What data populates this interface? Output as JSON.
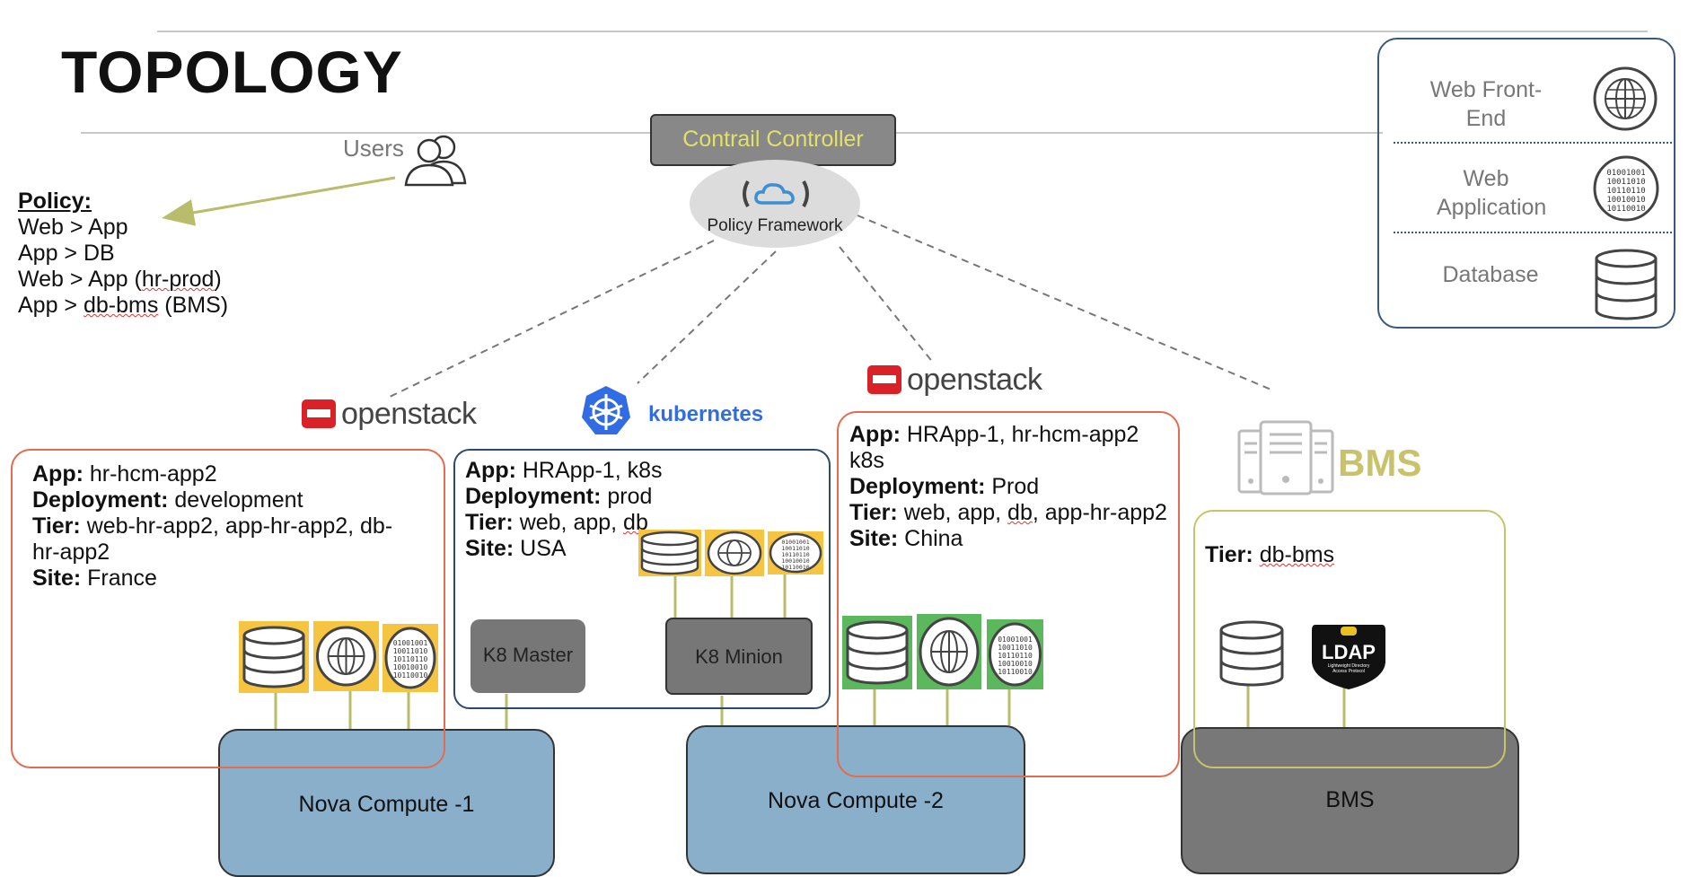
{
  "title": "TOPOLOGY",
  "users_label": "Users",
  "policy": {
    "heading": "Policy:",
    "rules": [
      "Web > App",
      "App > DB",
      "Web > App (",
      "hr-prod",
      ")",
      "App > ",
      "db-bms",
      " (BMS)"
    ]
  },
  "controller": {
    "label": "Contrail Controller",
    "framework": "Policy Framework"
  },
  "legend": {
    "items": [
      {
        "label": "Web Front-End",
        "icon": "globe-icon"
      },
      {
        "label": "Web Application",
        "icon": "binary-icon"
      },
      {
        "label": "Database",
        "icon": "database-icon"
      }
    ]
  },
  "logos": {
    "openstack": "openstack",
    "kubernetes": "kubernetes",
    "bms": "BMS"
  },
  "sites": {
    "france": {
      "app": "hr-hcm-app2",
      "deployment": "development",
      "tier": "web-hr-app2, app-hr-app2, db-hr-app2",
      "site": "France"
    },
    "usa": {
      "app": "HRApp-1, k8s",
      "deployment": "prod",
      "tier_prefix": "web, app, ",
      "tier_db": "db",
      "site": "USA"
    },
    "china": {
      "app": "HRApp-1, hr-hcm-app2 k8s",
      "deployment": "Prod",
      "tier_prefix": "web, app, ",
      "tier_db": "db",
      "tier_suffix": ", app-hr-app2",
      "site": "China"
    },
    "bms": {
      "tier": "db-bms"
    }
  },
  "labels": {
    "app": "App:",
    "deployment": "Deployment:",
    "tier": "Tier:",
    "site": "Site:"
  },
  "nodes": {
    "nova1": "Nova Compute -1",
    "nova2": "Nova Compute -2",
    "bms": "BMS",
    "k8_master": "K8 Master",
    "k8_minion": "K8 Minion"
  },
  "ldap": {
    "title": "LDAP",
    "subtitle": "Lightweight Directory Access Protocol"
  },
  "colors": {
    "openstack_red": "#da2127",
    "k8s_blue": "#326ce5",
    "nova_blue": "#8aafca",
    "bms_olive": "#c8c36a",
    "yellow_tag": "#f5c542",
    "green_tag": "#5cb85c"
  }
}
